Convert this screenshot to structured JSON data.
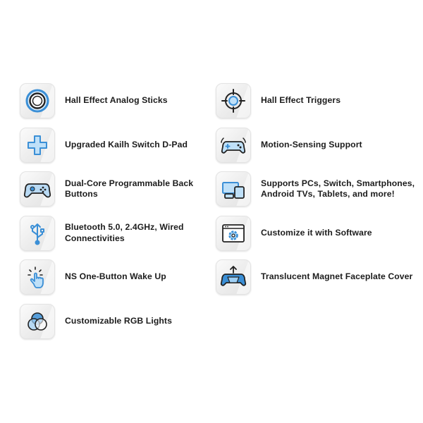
{
  "features_left": [
    {
      "label": "Hall Effect Analog Sticks",
      "icon": "analog-stick-icon"
    },
    {
      "label": "Upgraded Kailh Switch D-Pad",
      "icon": "dpad-icon"
    },
    {
      "label": "Dual-Core Programmable Back Buttons",
      "icon": "gamepad-icon"
    },
    {
      "label": "Bluetooth 5.0, 2.4GHz, Wired Connectivities",
      "icon": "usb-icon"
    },
    {
      "label": "NS One-Button Wake Up",
      "icon": "touch-icon"
    },
    {
      "label": "Customizable RGB Lights",
      "icon": "rgb-icon"
    }
  ],
  "features_right": [
    {
      "label": "Hall Effect Triggers",
      "icon": "crosshair-icon"
    },
    {
      "label": "Motion-Sensing Support",
      "icon": "motion-gamepad-icon"
    },
    {
      "label": "Supports PCs, Switch, Smartphones, Android TVs, Tablets, and more!",
      "icon": "devices-icon"
    },
    {
      "label": "Customize it with Software",
      "icon": "software-icon"
    },
    {
      "label": "Translucent Magnet Faceplate Cover",
      "icon": "faceplate-icon"
    }
  ],
  "colors": {
    "accent": "#3b8fd6",
    "accent_light": "#9fd0f5",
    "outline": "#222222",
    "tile": "#ececec"
  }
}
